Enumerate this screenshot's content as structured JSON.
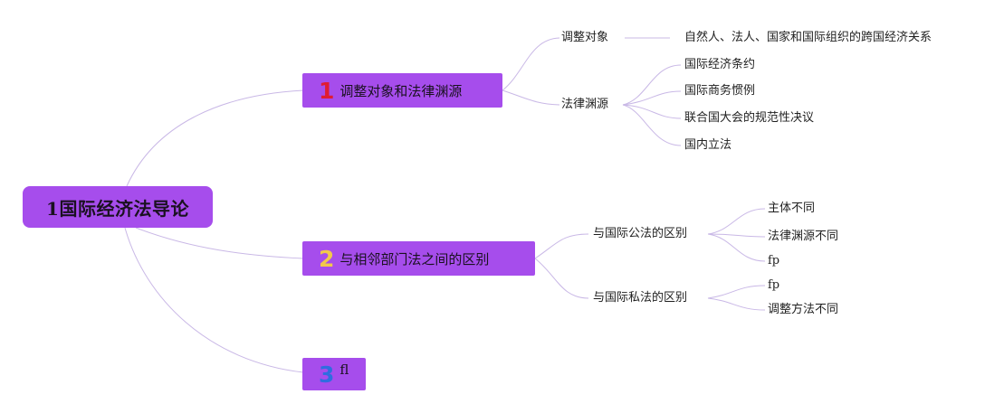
{
  "root": {
    "label": "1国际经济法导论"
  },
  "branches": [
    {
      "number": "1",
      "label": "调整对象和法律渊源",
      "number_color": "#e01c32"
    },
    {
      "number": "2",
      "label": "与相邻部门法之间的区别",
      "number_color": "#f2c84b"
    },
    {
      "number": "3",
      "label": "fl",
      "number_color": "#2f6de0"
    }
  ],
  "branch1": {
    "sub1": {
      "label": "调整对象",
      "child": "自然人、法人、国家和国际组织的跨国经济关系"
    },
    "sub2": {
      "label": "法律渊源",
      "children": [
        "国际经济条约",
        "国际商务惯例",
        "联合国大会的规范性决议",
        "国内立法"
      ]
    }
  },
  "branch2": {
    "sub1": {
      "label": "与国际公法的区别",
      "children": [
        "主体不同",
        "法律渊源不同",
        "fp"
      ]
    },
    "sub2": {
      "label": "与国际私法的区别",
      "children": [
        "fp",
        "调整方法不同"
      ]
    }
  },
  "colors": {
    "node_fill": "#a64dec",
    "connector": "#c9b8e6"
  }
}
